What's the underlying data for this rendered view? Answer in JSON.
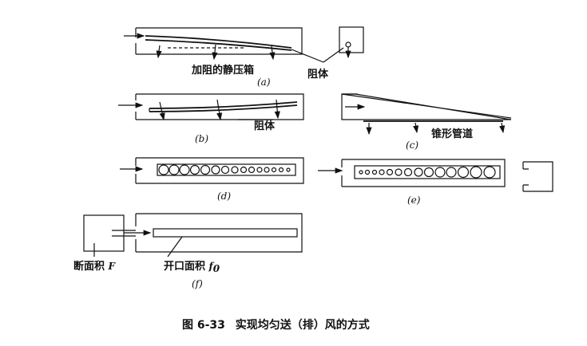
{
  "labels": {
    "a_box": "加阻的静压箱",
    "a_damper": "阻体",
    "b_damper": "阻体",
    "c_duct": "锥形管道",
    "f_section": "断面积",
    "f_section_sym": "F",
    "f_open": "开口面积",
    "f_open_sym": "f",
    "f_open_sub": "0"
  },
  "subfigs": {
    "a": "(a)",
    "b": "(b)",
    "c": "(c)",
    "d": "(d)",
    "e": "(e)",
    "f": "(f)"
  },
  "caption": {
    "number": "图 6-33",
    "text": "实现均匀送（排）风的方式"
  }
}
